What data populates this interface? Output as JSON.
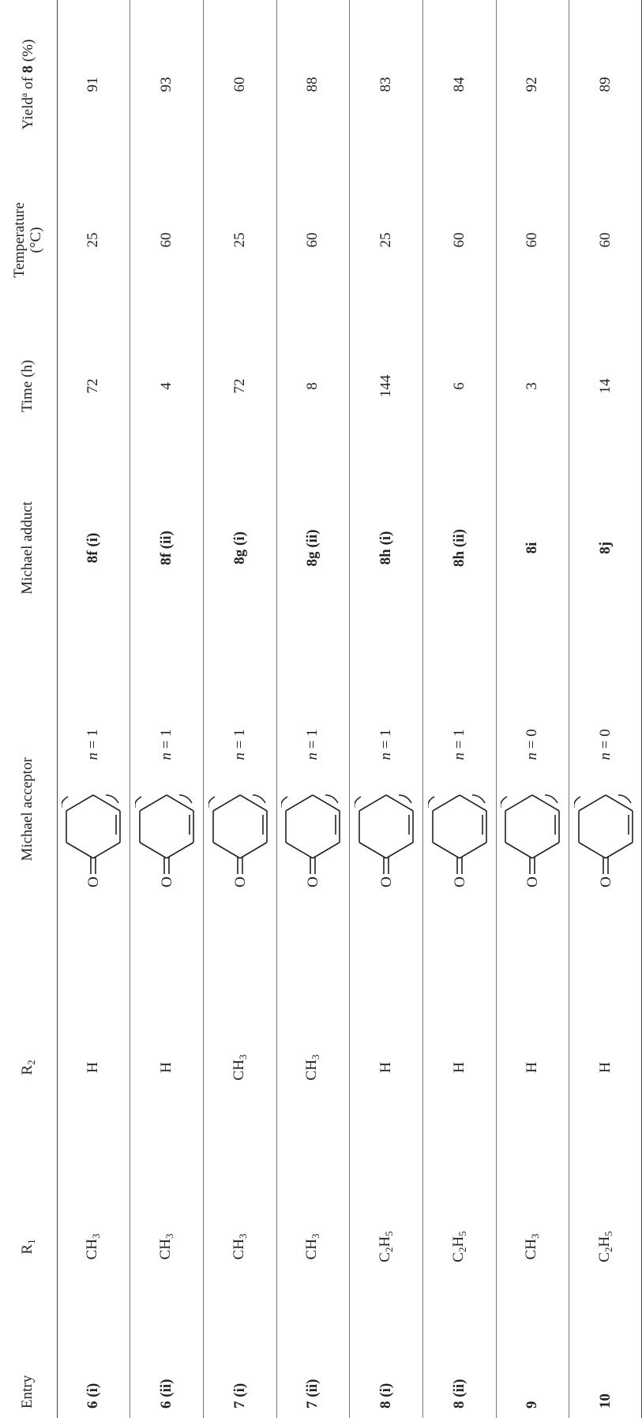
{
  "headers": {
    "entry": "Entry",
    "r1": "R",
    "r1_sub": "1",
    "r2": "R",
    "r2_sub": "2",
    "acceptor": "Michael acceptor",
    "adduct": "Michael adduct",
    "time": "Time (h)",
    "temp_line1": "Temperature",
    "temp_line2": "(°C)",
    "yield_pre": "Yield",
    "yield_sup": "a",
    "yield_mid": " of ",
    "yield_bold": "8",
    "yield_post": " (%)"
  },
  "structure_labels": {
    "oxygen": "O",
    "n": "n",
    "eq": " = "
  },
  "rows": [
    {
      "entry": "6 (i)",
      "r1": {
        "base": "CH",
        "sub1": "3",
        "mid": "",
        "sub2": ""
      },
      "r2": {
        "base": "H",
        "sub": ""
      },
      "n": "1",
      "adduct": "8f (i)",
      "time": "72",
      "temp": "25",
      "yield": "91"
    },
    {
      "entry": "6 (ii)",
      "r1": {
        "base": "CH",
        "sub1": "3",
        "mid": "",
        "sub2": ""
      },
      "r2": {
        "base": "H",
        "sub": ""
      },
      "n": "1",
      "adduct": "8f (ii)",
      "time": "4",
      "temp": "60",
      "yield": "93"
    },
    {
      "entry": "7 (i)",
      "r1": {
        "base": "CH",
        "sub1": "3",
        "mid": "",
        "sub2": ""
      },
      "r2": {
        "base": "CH",
        "sub": "3"
      },
      "n": "1",
      "adduct": "8g (i)",
      "time": "72",
      "temp": "25",
      "yield": "60"
    },
    {
      "entry": "7 (ii)",
      "r1": {
        "base": "CH",
        "sub1": "3",
        "mid": "",
        "sub2": ""
      },
      "r2": {
        "base": "CH",
        "sub": "3"
      },
      "n": "1",
      "adduct": "8g (ii)",
      "time": "8",
      "temp": "60",
      "yield": "88"
    },
    {
      "entry": "8 (i)",
      "r1": {
        "base": "C",
        "sub1": "2",
        "mid": "H",
        "sub2": "5"
      },
      "r2": {
        "base": "H",
        "sub": ""
      },
      "n": "1",
      "adduct": "8h (i)",
      "time": "144",
      "temp": "25",
      "yield": "83"
    },
    {
      "entry": "8 (ii)",
      "r1": {
        "base": "C",
        "sub1": "2",
        "mid": "H",
        "sub2": "5"
      },
      "r2": {
        "base": "H",
        "sub": ""
      },
      "n": "1",
      "adduct": "8h (ii)",
      "time": "6",
      "temp": "60",
      "yield": "84"
    },
    {
      "entry": "9",
      "r1": {
        "base": "CH",
        "sub1": "3",
        "mid": "",
        "sub2": ""
      },
      "r2": {
        "base": "H",
        "sub": ""
      },
      "n": "0",
      "adduct": "8i",
      "time": "3",
      "temp": "60",
      "yield": "92"
    },
    {
      "entry": "10",
      "r1": {
        "base": "C",
        "sub1": "2",
        "mid": "H",
        "sub2": "5"
      },
      "r2": {
        "base": "H",
        "sub": ""
      },
      "n": "0",
      "adduct": "8j",
      "time": "14",
      "temp": "60",
      "yield": "89"
    }
  ]
}
